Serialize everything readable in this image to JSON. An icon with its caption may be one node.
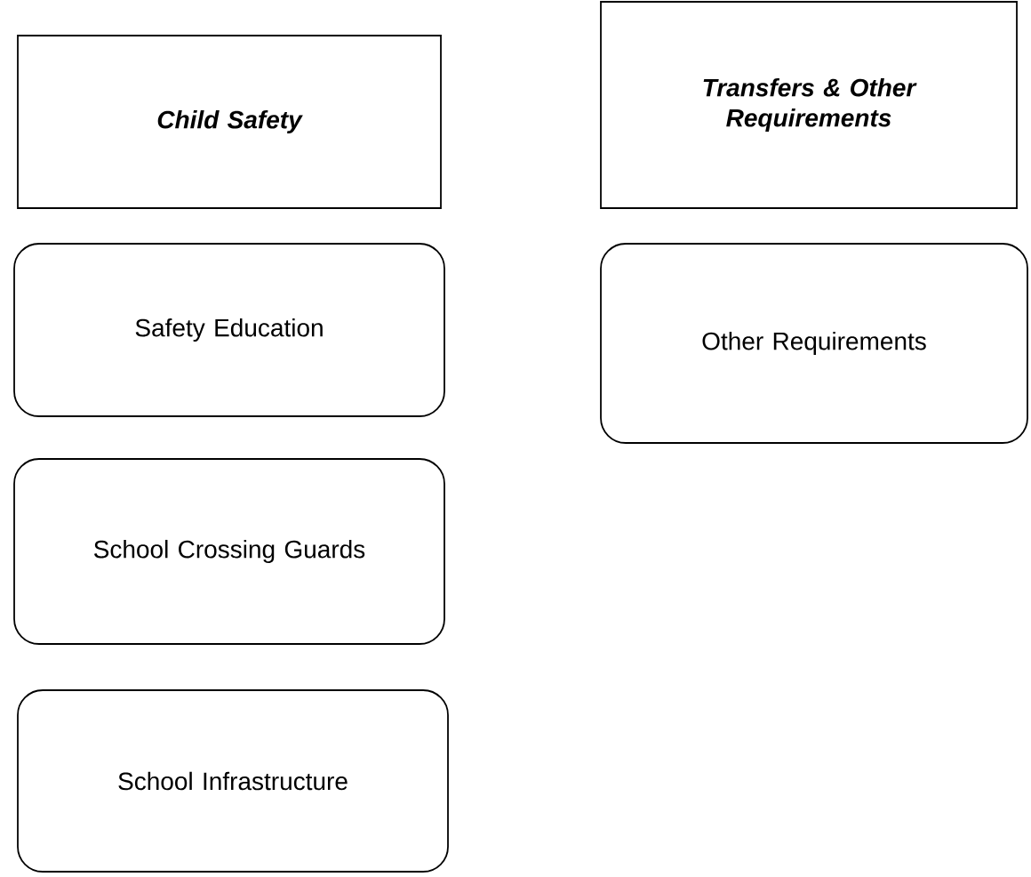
{
  "diagram": {
    "nodes": [
      {
        "text": [
          "Child Safety"
        ]
      },
      {
        "text": [
          "Transfers & Other Requirements"
        ]
      },
      {
        "text": [
          "Safety Education"
        ]
      },
      {
        "text": [
          "School Crossing Guards"
        ]
      },
      {
        "text": [
          "School Infrastructure"
        ]
      },
      {
        "text": [
          "Other Requirements"
        ]
      }
    ],
    "edges": []
  }
}
